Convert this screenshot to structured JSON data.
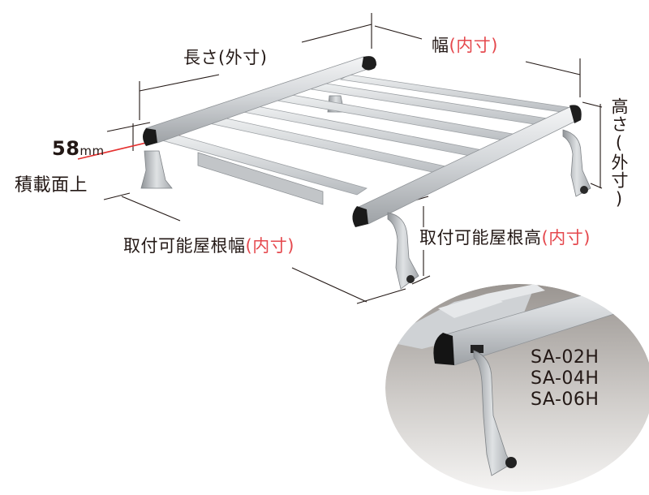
{
  "diagram": {
    "subject": "roof-rack",
    "labels": {
      "length": {
        "main": "長さ",
        "paren": "(外寸)"
      },
      "width": {
        "main": "幅",
        "paren": "(内寸)"
      },
      "height": {
        "main": "高さ",
        "paren": "(外寸)"
      },
      "clearance": {
        "value": "58",
        "unit": "mm"
      },
      "load_surface": "積載面上",
      "mount_roof_width": {
        "main": "取付可能屋根幅",
        "paren": "(内寸)"
      },
      "mount_roof_height": {
        "main": "取付可能屋根高",
        "paren": "(内寸)"
      }
    },
    "inset": {
      "models": [
        "SA-02H",
        "SA-04H",
        "SA-06H"
      ]
    },
    "colors": {
      "text": "#231815",
      "accent_red": "#e5484d",
      "rail_silver": "#c9ccd0",
      "end_cap": "#1a1a1a",
      "inset_bg_top": "#a8a4a0",
      "inset_bg_bottom": "#f2f1f0"
    }
  }
}
